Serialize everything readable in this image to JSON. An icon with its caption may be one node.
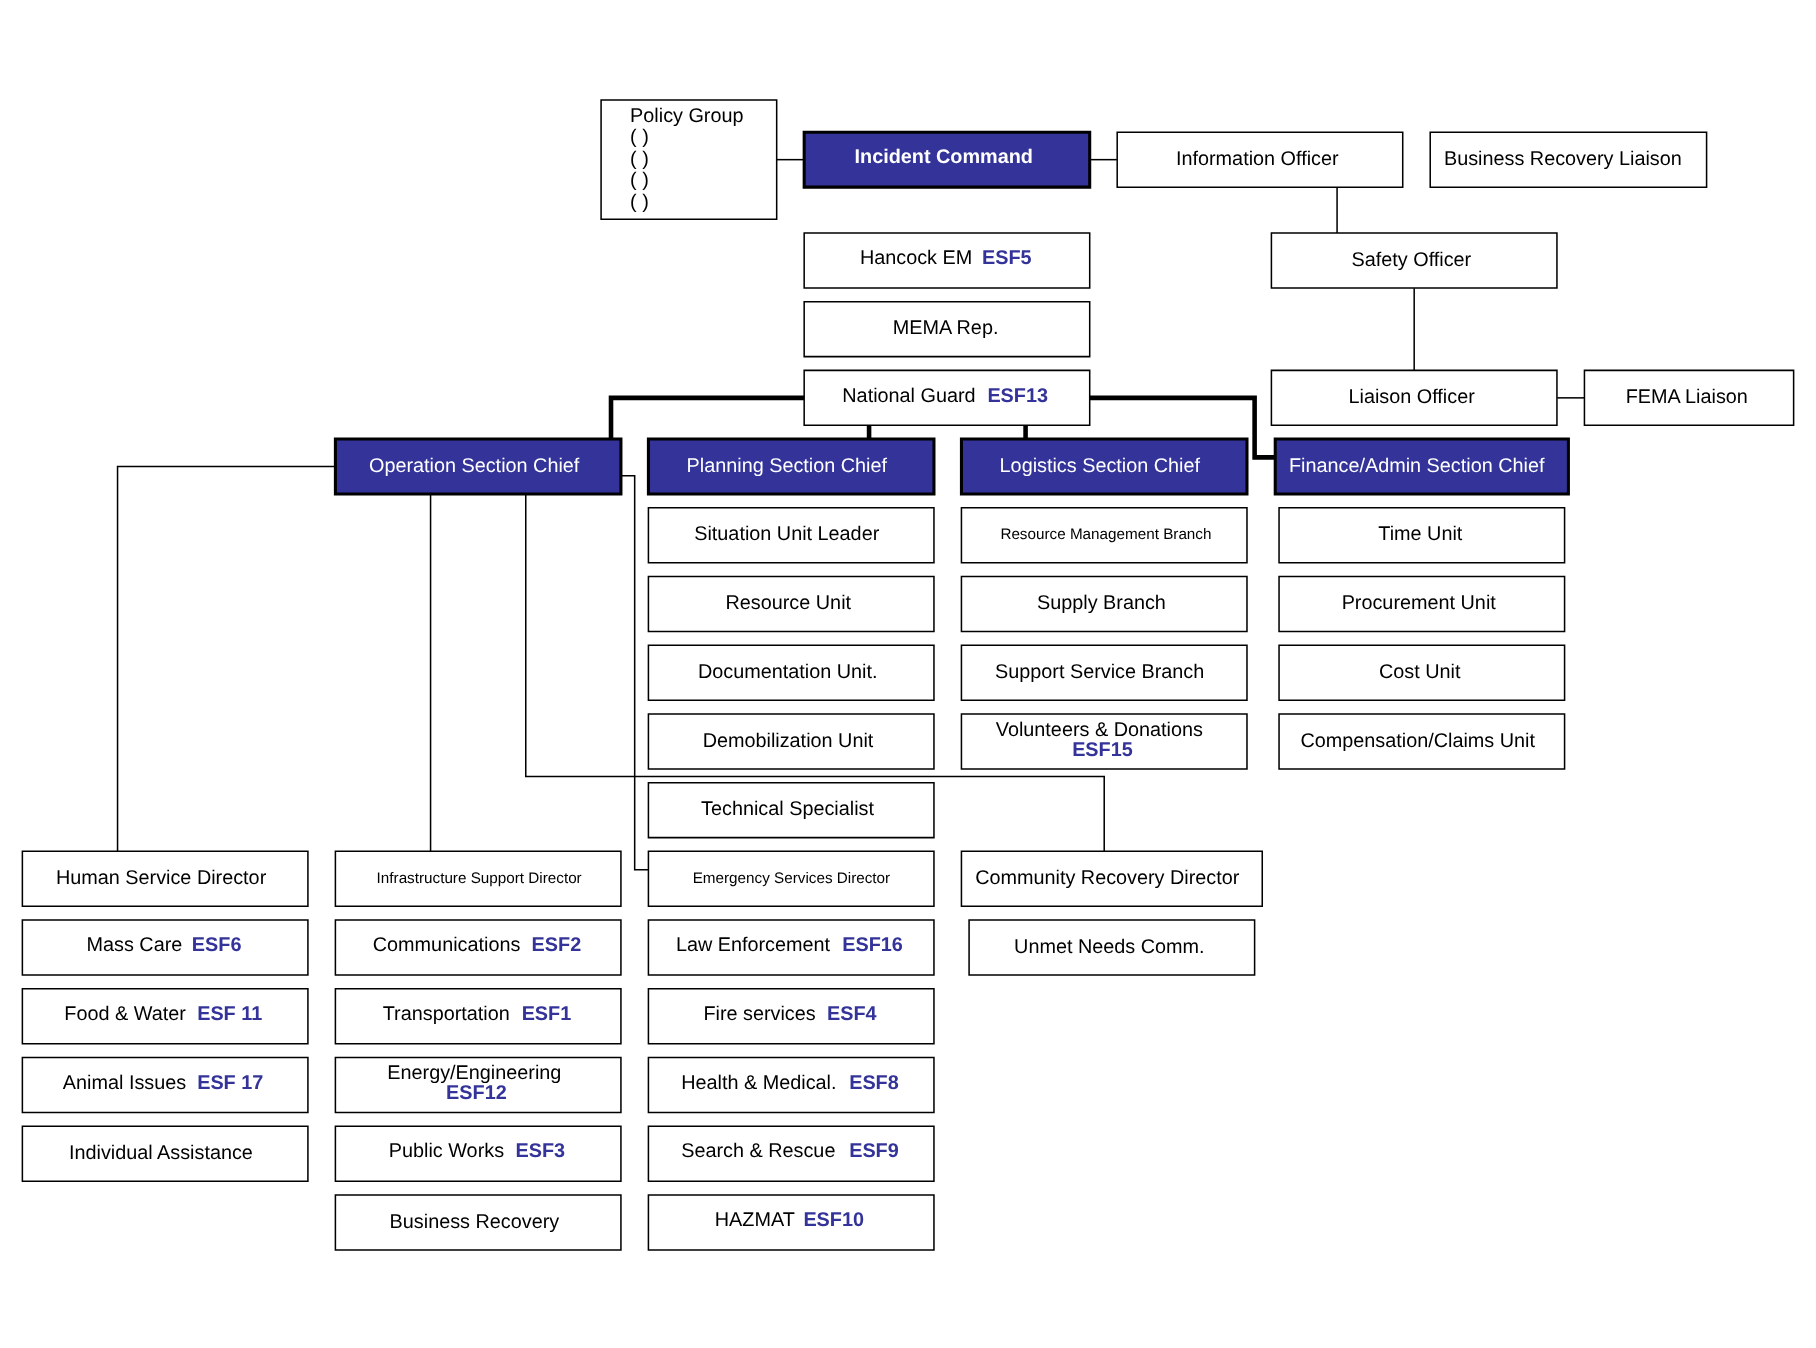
{
  "diagram": {
    "nodes": [
      {
        "text": [
          "Policy Group",
          "( )",
          "( )",
          "( )",
          "( )"
        ]
      },
      {
        "text": [
          "Incident Command"
        ]
      },
      {
        "text": [
          "Hancock EM",
          "ESF5"
        ]
      },
      {
        "text": [
          "MEMA Rep."
        ]
      },
      {
        "text": [
          "National Guard",
          "ESF13"
        ]
      },
      {
        "text": [
          "Information Officer"
        ]
      },
      {
        "text": [
          "Business Recovery Liaison"
        ]
      },
      {
        "text": [
          "Safety Officer"
        ]
      },
      {
        "text": [
          "Liaison Officer"
        ]
      },
      {
        "text": [
          "FEMA Liaison"
        ]
      },
      {
        "text": [
          "Operation Section Chief"
        ]
      },
      {
        "text": [
          "Planning Section Chief"
        ]
      },
      {
        "text": [
          "Logistics Section Chief"
        ]
      },
      {
        "text": [
          "Finance/Admin Section Chief"
        ]
      },
      {
        "text": [
          "Situation Unit Leader"
        ]
      },
      {
        "text": [
          "Resource Unit"
        ]
      },
      {
        "text": [
          "Documentation Unit."
        ]
      },
      {
        "text": [
          "Demobilization Unit"
        ]
      },
      {
        "text": [
          "Technical Specialist"
        ]
      },
      {
        "text": [
          "Resource Management Branch"
        ]
      },
      {
        "text": [
          "Supply Branch"
        ]
      },
      {
        "text": [
          "Support Service Branch"
        ]
      },
      {
        "text": [
          "Volunteers & Donations",
          "ESF15"
        ]
      },
      {
        "text": [
          "Time Unit"
        ]
      },
      {
        "text": [
          "Procurement Unit"
        ]
      },
      {
        "text": [
          "Cost Unit"
        ]
      },
      {
        "text": [
          "Compensation/Claims Unit"
        ]
      },
      {
        "text": [
          "Human Service Director"
        ]
      },
      {
        "text": [
          "Mass Care",
          "ESF6"
        ]
      },
      {
        "text": [
          "Food & Water",
          "ESF 11"
        ]
      },
      {
        "text": [
          "Animal Issues",
          "ESF 17"
        ]
      },
      {
        "text": [
          "Individual Assistance"
        ]
      },
      {
        "text": [
          "Infrastructure Support Director"
        ]
      },
      {
        "text": [
          "Communications",
          "ESF2"
        ]
      },
      {
        "text": [
          "Transportation",
          "ESF1"
        ]
      },
      {
        "text": [
          "Energy/Engineering",
          "ESF12"
        ]
      },
      {
        "text": [
          "Public Works",
          "ESF3"
        ]
      },
      {
        "text": [
          "Business Recovery"
        ]
      },
      {
        "text": [
          "Emergency Services Director"
        ]
      },
      {
        "text": [
          "Law Enforcement",
          "ESF16"
        ]
      },
      {
        "text": [
          "Fire services",
          "ESF4"
        ]
      },
      {
        "text": [
          "Health & Medical.",
          "ESF8"
        ]
      },
      {
        "text": [
          "Search & Rescue",
          "ESF9"
        ]
      },
      {
        "text": [
          "HAZMAT",
          "ESF10"
        ]
      },
      {
        "text": [
          "Community Recovery Director"
        ]
      },
      {
        "text": [
          "Unmet Needs Comm."
        ]
      }
    ],
    "edges": [
      {
        "from": 0,
        "to": 1,
        "arrow": "none"
      },
      {
        "from": 1,
        "to": 5,
        "arrow": "none"
      },
      {
        "from": 5,
        "to": 7,
        "arrow": "none"
      },
      {
        "from": 7,
        "to": 8,
        "arrow": "none"
      },
      {
        "from": 8,
        "to": 9,
        "arrow": "none"
      },
      {
        "from": 4,
        "to": 10,
        "arrow": "none",
        "style": "thick"
      },
      {
        "from": 4,
        "to": 11,
        "arrow": "none",
        "style": "thick"
      },
      {
        "from": 4,
        "to": 12,
        "arrow": "none",
        "style": "thick"
      },
      {
        "from": 4,
        "to": 13,
        "arrow": "none",
        "style": "thick"
      },
      {
        "from": 10,
        "to": 27,
        "arrow": "none"
      },
      {
        "from": 10,
        "to": 32,
        "arrow": "none"
      },
      {
        "from": 10,
        "to": 38,
        "arrow": "none"
      },
      {
        "from": 10,
        "to": 44,
        "arrow": "none"
      }
    ]
  }
}
